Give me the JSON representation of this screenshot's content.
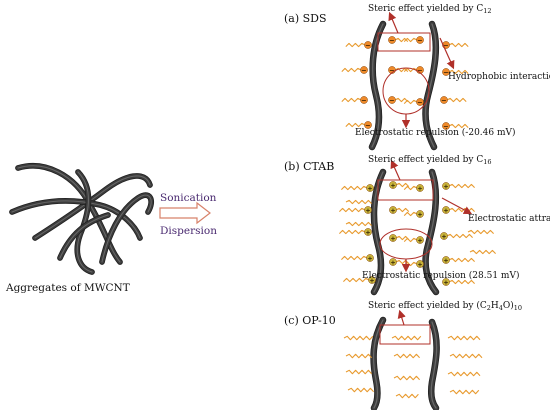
{
  "left": {
    "caption": "Aggregates of MWCNT"
  },
  "middle": {
    "top_label": "Sonication",
    "bottom_label": "Dispersion"
  },
  "panels": [
    {
      "title": "(a) SDS",
      "steric_prefix": "Steric effect yielded by C",
      "steric_sub": "12",
      "side_label": "Hydrophobic interaction",
      "bottom_label": "Electrostatic repulsion (-20.46 mV)",
      "head_charge": "−"
    },
    {
      "title": "(b) CTAB",
      "steric_prefix": "Steric effect yielded by C",
      "steric_sub": "16",
      "side_label": "Electrostatic attraction",
      "bottom_label": "Electrostatic repulsion (28.51 mV)",
      "head_charge": "+"
    },
    {
      "title": "(c) OP-10",
      "steric_prefix": "Steric effect yielded by (C",
      "steric_sub_a": "2",
      "steric_mid": "H",
      "steric_sub_b": "4",
      "steric_mid2": "O)",
      "steric_sub_c": "10"
    }
  ],
  "colors": {
    "tube": "#3c3c3c",
    "chain": "#e89a2e",
    "head_anion": "#ef8a2a",
    "head_cation": "#c9b43a",
    "box": "#b0302a",
    "arrow": "#b0302a",
    "sonication_arrow": "#d8826a"
  }
}
